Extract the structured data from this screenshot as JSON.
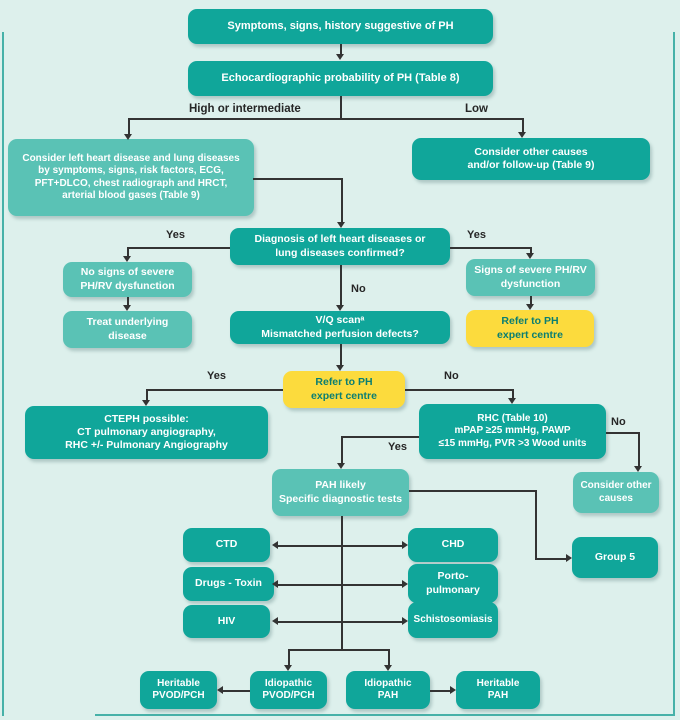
{
  "colors": {
    "background": "#ddf0ec",
    "box_dark_teal": "#10a69a",
    "box_light_teal": "#5ac2b5",
    "box_yellow": "#fcdb3d",
    "yellow_box_text": "#0a7e72",
    "box_text": "#ffffff",
    "connector": "#333333",
    "frame": "#46b1a8"
  },
  "nodes": {
    "symptoms": "Symptoms, signs, history suggestive of PH",
    "echo": "Echocardiographic probability of PH (Table 8)",
    "consider_lhd": "Consider left heart disease and lung diseases\nby symptoms, signs, risk factors, ECG,\nPFT+DLCO, chest radiograph and HRCT,\narterial blood gases (Table 9)",
    "consider_other_top": "Consider other causes\nand/or follow-up (Table 9)",
    "diagnosis": "Diagnosis of left heart diseases or\nlung diseases confirmed?",
    "no_signs": "No signs of severe\nPH/RV dysfunction",
    "treat": "Treat underlying\ndisease",
    "signs_severe": "Signs of severe PH/RV\ndysfunction",
    "refer_right": "Refer to PH\nexpert centre",
    "vq": "V/Q scanᵃ\nMismatched perfusion defects?",
    "refer_mid": "Refer to PH\nexpert centre",
    "cteph": "CTEPH possible:\nCT pulmonary angiography,\nRHC +/- Pulmonary Angiography",
    "rhc": "RHC (Table 10)\nmPAP ≥25 mmHg, PAWP\n≤15 mmHg, PVR >3 Wood units",
    "consider_causes": "Consider other\ncauses",
    "pah_likely": "PAH likely\nSpecific diagnostic tests",
    "group5": "Group 5",
    "ctd": "CTD",
    "chd": "CHD",
    "drugs": "Drugs - Toxin",
    "porto": "Porto-\npulmonary",
    "hiv": "HIV",
    "schisto": "Schistosomiasis",
    "heritable_pvod": "Heritable\nPVOD/PCH",
    "idiopathic_pvod": "Idiopathic\nPVOD/PCH",
    "idiopathic_pah": "Idiopathic\nPAH",
    "heritable_pah": "Heritable\nPAH"
  },
  "labels": {
    "high_or_intermediate": "High or intermediate",
    "low": "Low",
    "yes": "Yes",
    "no": "No"
  }
}
